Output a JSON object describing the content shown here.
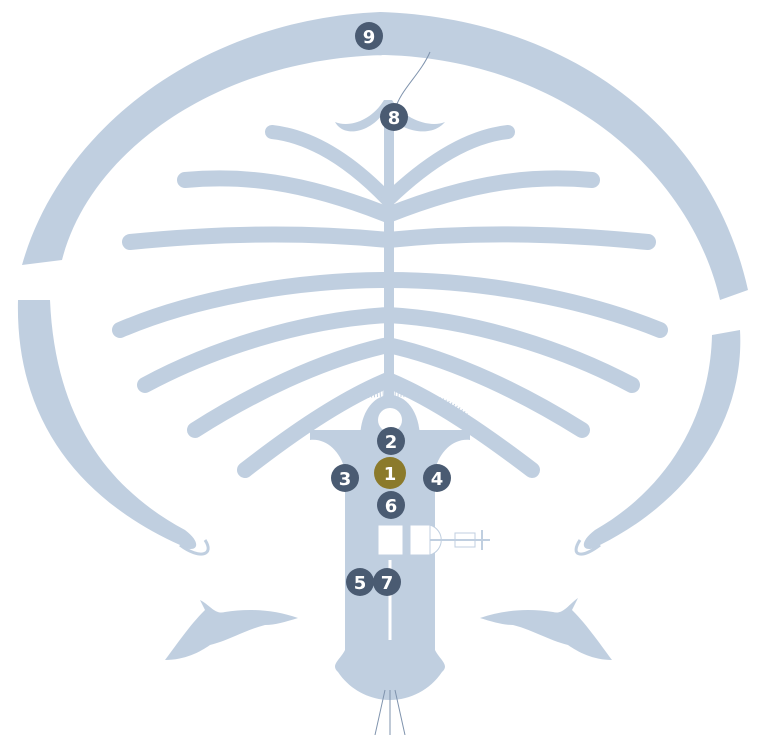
{
  "colors": {
    "land": "#c0cfe0",
    "marker": "#4a5b72",
    "marker_active": "#8b7a2b",
    "marker_text": "#ffffff",
    "line": "#7f93ad"
  },
  "markers": [
    {
      "id": "1",
      "label": "1",
      "active": true
    },
    {
      "id": "2",
      "label": "2",
      "active": false
    },
    {
      "id": "3",
      "label": "3",
      "active": false
    },
    {
      "id": "4",
      "label": "4",
      "active": false
    },
    {
      "id": "5",
      "label": "5",
      "active": false
    },
    {
      "id": "6",
      "label": "6",
      "active": false
    },
    {
      "id": "7",
      "label": "7",
      "active": false
    },
    {
      "id": "8",
      "label": "8",
      "active": false
    },
    {
      "id": "9",
      "label": "9",
      "active": false
    }
  ]
}
